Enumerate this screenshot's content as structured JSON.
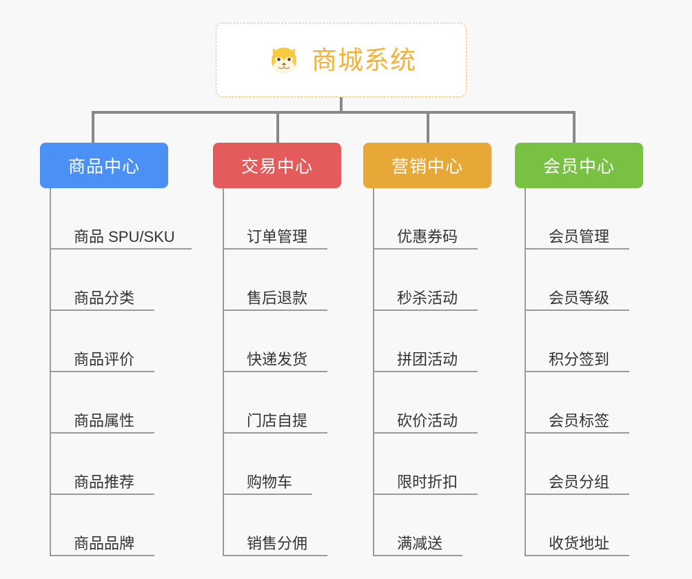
{
  "background_color": "#f8f8f8",
  "root": {
    "title": "商城系统",
    "icon": "shiba-dog-face-icon",
    "text_color": "#f2b33d",
    "border_color": "#f0b95a",
    "background": "#ffffff"
  },
  "connector_color": "#888888",
  "leaf_rule_color": "#9a9a9a",
  "categories": [
    {
      "label": "商品中心",
      "color": "#4a90f5",
      "items": [
        {
          "label": "商品 SPU/SKU",
          "rule_width": 204
        },
        {
          "label": "商品分类",
          "rule_width": 150
        },
        {
          "label": "商品评价",
          "rule_width": 150
        },
        {
          "label": "商品属性",
          "rule_width": 150
        },
        {
          "label": "商品推荐",
          "rule_width": 150
        },
        {
          "label": "商品品牌",
          "rule_width": 150
        }
      ]
    },
    {
      "label": "交易中心",
      "color": "#e35b5b",
      "items": [
        {
          "label": "订单管理",
          "rule_width": 150
        },
        {
          "label": "售后退款",
          "rule_width": 150
        },
        {
          "label": "快递发货",
          "rule_width": 150
        },
        {
          "label": "门店自提",
          "rule_width": 150
        },
        {
          "label": "购物车",
          "rule_width": 128
        },
        {
          "label": "销售分佣",
          "rule_width": 150
        }
      ]
    },
    {
      "label": "营销中心",
      "color": "#e8a838",
      "items": [
        {
          "label": "优惠券码",
          "rule_width": 150
        },
        {
          "label": "秒杀活动",
          "rule_width": 150
        },
        {
          "label": "拼团活动",
          "rule_width": 150
        },
        {
          "label": "砍价活动",
          "rule_width": 150
        },
        {
          "label": "限时折扣",
          "rule_width": 150
        },
        {
          "label": "满减送",
          "rule_width": 128
        }
      ]
    },
    {
      "label": "会员中心",
      "color": "#79c143",
      "items": [
        {
          "label": "会员管理",
          "rule_width": 150
        },
        {
          "label": "会员等级",
          "rule_width": 150
        },
        {
          "label": "积分签到",
          "rule_width": 150
        },
        {
          "label": "会员标签",
          "rule_width": 150
        },
        {
          "label": "会员分组",
          "rule_width": 150
        },
        {
          "label": "收货地址",
          "rule_width": 150
        }
      ]
    }
  ]
}
